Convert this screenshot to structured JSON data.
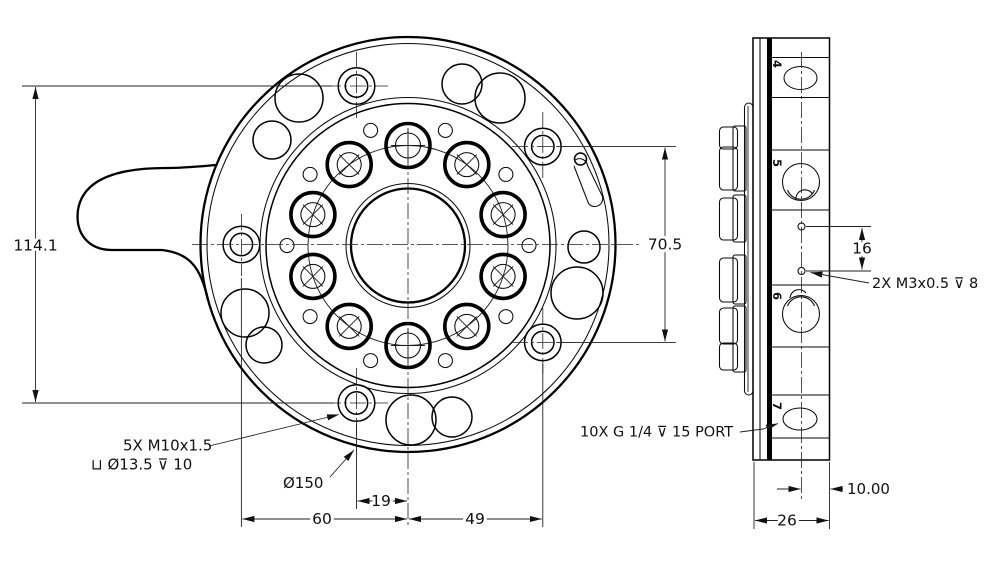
{
  "drawing": {
    "front_view": {
      "dim_height": "114.1",
      "dim_right_height": "70.5",
      "dim_offset_left": "60",
      "dim_offset_small": "19",
      "dim_offset_right": "49",
      "label_outer_dia": "Ø150",
      "label_mount_line1": "5X M10x1.5",
      "label_mount_line2": "⊔ Ø13.5 ⊽ 10"
    },
    "side_view": {
      "dim_port_pitch": "16",
      "dim_port_plane_offset": "10.00",
      "dim_thickness": "26",
      "label_m3_holes": "2X M3x0.5 ⊽ 8",
      "label_ports": "10X G 1/4 ⊽ 15 PORT",
      "port_numbers": [
        "4",
        "5",
        "6",
        "7"
      ]
    },
    "colors": {
      "line": "#000000",
      "background": "#ffffff"
    }
  }
}
